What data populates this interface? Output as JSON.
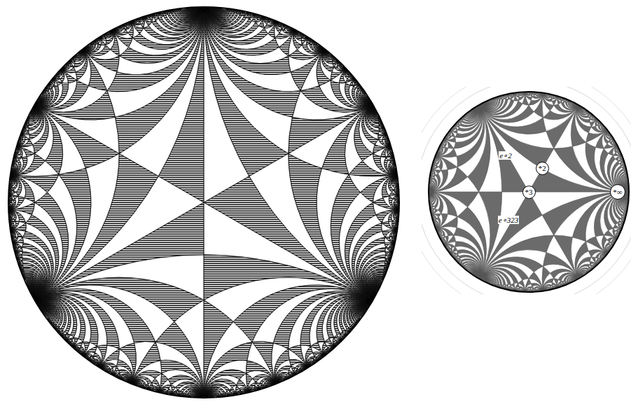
{
  "diagram": {
    "nodes": [
      {
        "text": [
          "*2"
        ]
      },
      {
        "text": [
          "*3"
        ]
      },
      {
        "text": [
          "*∞"
        ]
      }
    ],
    "labels": [
      "e∘2",
      "e∘323"
    ]
  }
}
